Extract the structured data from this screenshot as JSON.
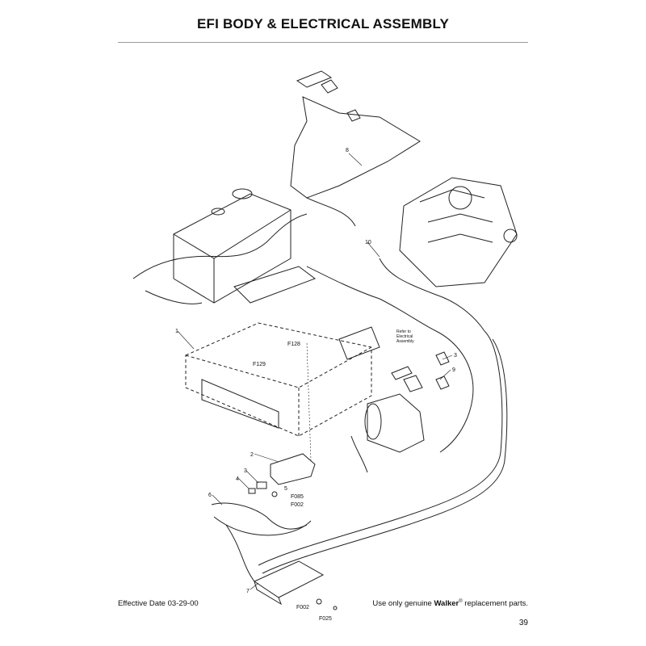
{
  "header": {
    "title": "EFI BODY & ELECTRICAL ASSEMBLY"
  },
  "diagram": {
    "callouts": [
      "1",
      "2",
      "3",
      "4",
      "5",
      "6",
      "7",
      "8",
      "9",
      "10",
      "3"
    ],
    "part_codes": [
      "F128",
      "F129",
      "F085",
      "F002",
      "F002",
      "F025"
    ],
    "note": [
      "Refer to",
      "Electrical",
      "Assembly"
    ]
  },
  "footer": {
    "effective_date": "Effective Date 03-29-00",
    "notice_prefix": "Use only genuine ",
    "brand": "Walker",
    "registered": "®",
    "notice_suffix": " replacement parts.",
    "page_number": "39"
  }
}
